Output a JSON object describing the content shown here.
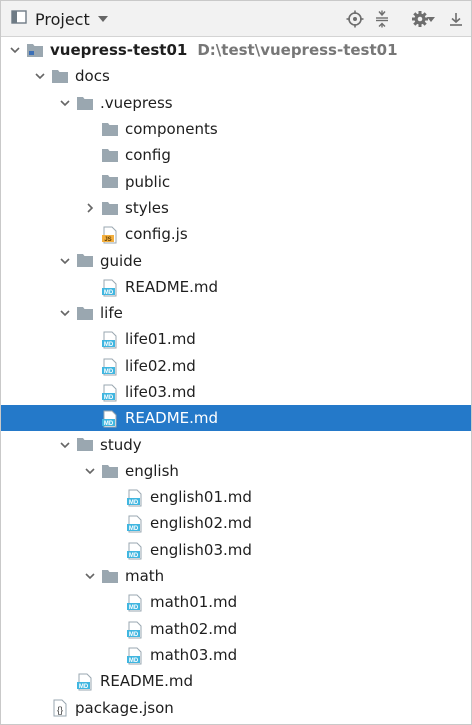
{
  "toolbar": {
    "title": "Project",
    "icons": [
      "project-view-icon",
      "dropdown-icon",
      "locate-icon",
      "collapse-all-icon",
      "settings-gear-icon",
      "hide-panel-icon"
    ]
  },
  "tree": [
    {
      "depth": 0,
      "arrow": "down",
      "icon": "folder-module",
      "label": "vuepress-test01",
      "bold": true,
      "path": "D:\\test\\vuepress-test01"
    },
    {
      "depth": 1,
      "arrow": "down",
      "icon": "folder",
      "label": "docs"
    },
    {
      "depth": 2,
      "arrow": "down",
      "icon": "folder",
      "label": ".vuepress"
    },
    {
      "depth": 3,
      "arrow": "none",
      "icon": "folder",
      "label": "components"
    },
    {
      "depth": 3,
      "arrow": "none",
      "icon": "folder",
      "label": "config"
    },
    {
      "depth": 3,
      "arrow": "none",
      "icon": "folder",
      "label": "public"
    },
    {
      "depth": 3,
      "arrow": "right",
      "icon": "folder",
      "label": "styles"
    },
    {
      "depth": 3,
      "arrow": "none",
      "icon": "js",
      "label": "config.js"
    },
    {
      "depth": 2,
      "arrow": "down",
      "icon": "folder",
      "label": "guide"
    },
    {
      "depth": 3,
      "arrow": "none",
      "icon": "md",
      "label": "README.md"
    },
    {
      "depth": 2,
      "arrow": "down",
      "icon": "folder",
      "label": "life"
    },
    {
      "depth": 3,
      "arrow": "none",
      "icon": "md",
      "label": "life01.md"
    },
    {
      "depth": 3,
      "arrow": "none",
      "icon": "md",
      "label": "life02.md"
    },
    {
      "depth": 3,
      "arrow": "none",
      "icon": "md",
      "label": "life03.md"
    },
    {
      "depth": 3,
      "arrow": "none",
      "icon": "md",
      "label": "README.md",
      "selected": true
    },
    {
      "depth": 2,
      "arrow": "down",
      "icon": "folder",
      "label": "study"
    },
    {
      "depth": 3,
      "arrow": "down",
      "icon": "folder",
      "label": "english"
    },
    {
      "depth": 4,
      "arrow": "none",
      "icon": "md",
      "label": "english01.md"
    },
    {
      "depth": 4,
      "arrow": "none",
      "icon": "md",
      "label": "english02.md"
    },
    {
      "depth": 4,
      "arrow": "none",
      "icon": "md",
      "label": "english03.md"
    },
    {
      "depth": 3,
      "arrow": "down",
      "icon": "folder",
      "label": "math"
    },
    {
      "depth": 4,
      "arrow": "none",
      "icon": "md",
      "label": "math01.md"
    },
    {
      "depth": 4,
      "arrow": "none",
      "icon": "md",
      "label": "math02.md"
    },
    {
      "depth": 4,
      "arrow": "none",
      "icon": "md",
      "label": "math03.md"
    },
    {
      "depth": 2,
      "arrow": "none",
      "icon": "md",
      "label": "README.md"
    },
    {
      "depth": 1,
      "arrow": "none",
      "icon": "json",
      "label": "package.json"
    }
  ],
  "colors": {
    "selection": "#2479c9",
    "folder": "#9aa7b0",
    "md": "#40b6e0",
    "js": "#f4af3d"
  }
}
